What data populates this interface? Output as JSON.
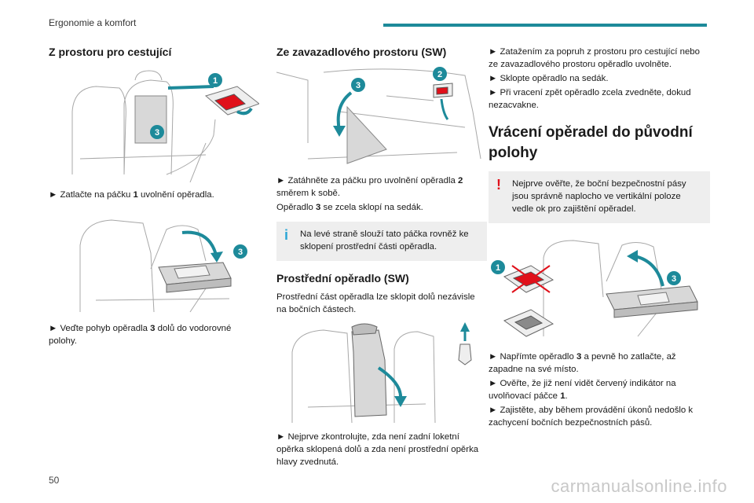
{
  "header": {
    "section": "Ergonomie a komfort"
  },
  "page_number": "50",
  "watermark": "carmanualsonline.info",
  "colors": {
    "accent": "#1d8a9a",
    "callout": "#1d8a9a",
    "warning": "#e0101a",
    "info": "#2aa6d6"
  },
  "col1": {
    "heading": "Z prostoru pro cestující",
    "fig1_callouts": [
      "1",
      "3"
    ],
    "step1_prefix": "► Zatlačte na páčku ",
    "step1_num": "1",
    "step1_suffix": " uvolnění opěradla.",
    "fig2_callouts": [
      "3"
    ],
    "step2_prefix": "► Veďte pohyb opěradla ",
    "step2_num": "3",
    "step2_suffix": " dolů do vodorovné polohy."
  },
  "col2": {
    "heading": "Ze zavazadlového prostoru (SW)",
    "fig1_callouts": [
      "2",
      "3"
    ],
    "step1_prefix": "► Zatáhněte za páčku pro uvolnění opěradla ",
    "step1_num": "2",
    "step1_suffix": " směrem k sobě.",
    "line2_prefix": "Opěradlo ",
    "line2_num": "3",
    "line2_suffix": " se zcela sklopí na sedák.",
    "info_note": "Na levé straně slouží tato páčka rovněž ke sklopení prostřední části opěradla.",
    "info_icon": "i",
    "subheading": "Prostřední opěradlo (SW)",
    "sub_text": "Prostřední část opěradla lze sklopit dolů nezávisle na bočních částech.",
    "step3": "► Nejprve zkontrolujte, zda není zadní loketní opěrka sklopená dolů a zda není prostřední opěrka hlavy zvednutá."
  },
  "col3": {
    "line1": "► Zatažením za popruh z prostoru pro cestující nebo ze zavazadlového prostoru opěradlo uvolněte.",
    "line2": "► Sklopte opěradlo na sedák.",
    "line3": "► Při vracení zpět opěradlo zcela zvedněte, dokud nezacvakne.",
    "heading": "Vrácení opěradel do původní polohy",
    "warning_icon": "!",
    "warning": "Nejprve ověřte, že boční bezpečnostní pásy jsou správně naplocho ve vertikální poloze vedle ok pro zajištění opěradel.",
    "fig_callouts": [
      "1",
      "3"
    ],
    "step1_prefix": "► Napřímte opěradlo ",
    "step1_num": "3",
    "step1_suffix": " a pevně ho zatlačte, až zapadne na své místo.",
    "step2_prefix": "► Ověřte, že již není vidět červený indikátor na uvolňovací páčce ",
    "step2_num": "1",
    "step2_suffix": ".",
    "step3": "► Zajistěte, aby během provádění úkonů nedošlo k zachycení bočních bezpečnostních pásů."
  }
}
